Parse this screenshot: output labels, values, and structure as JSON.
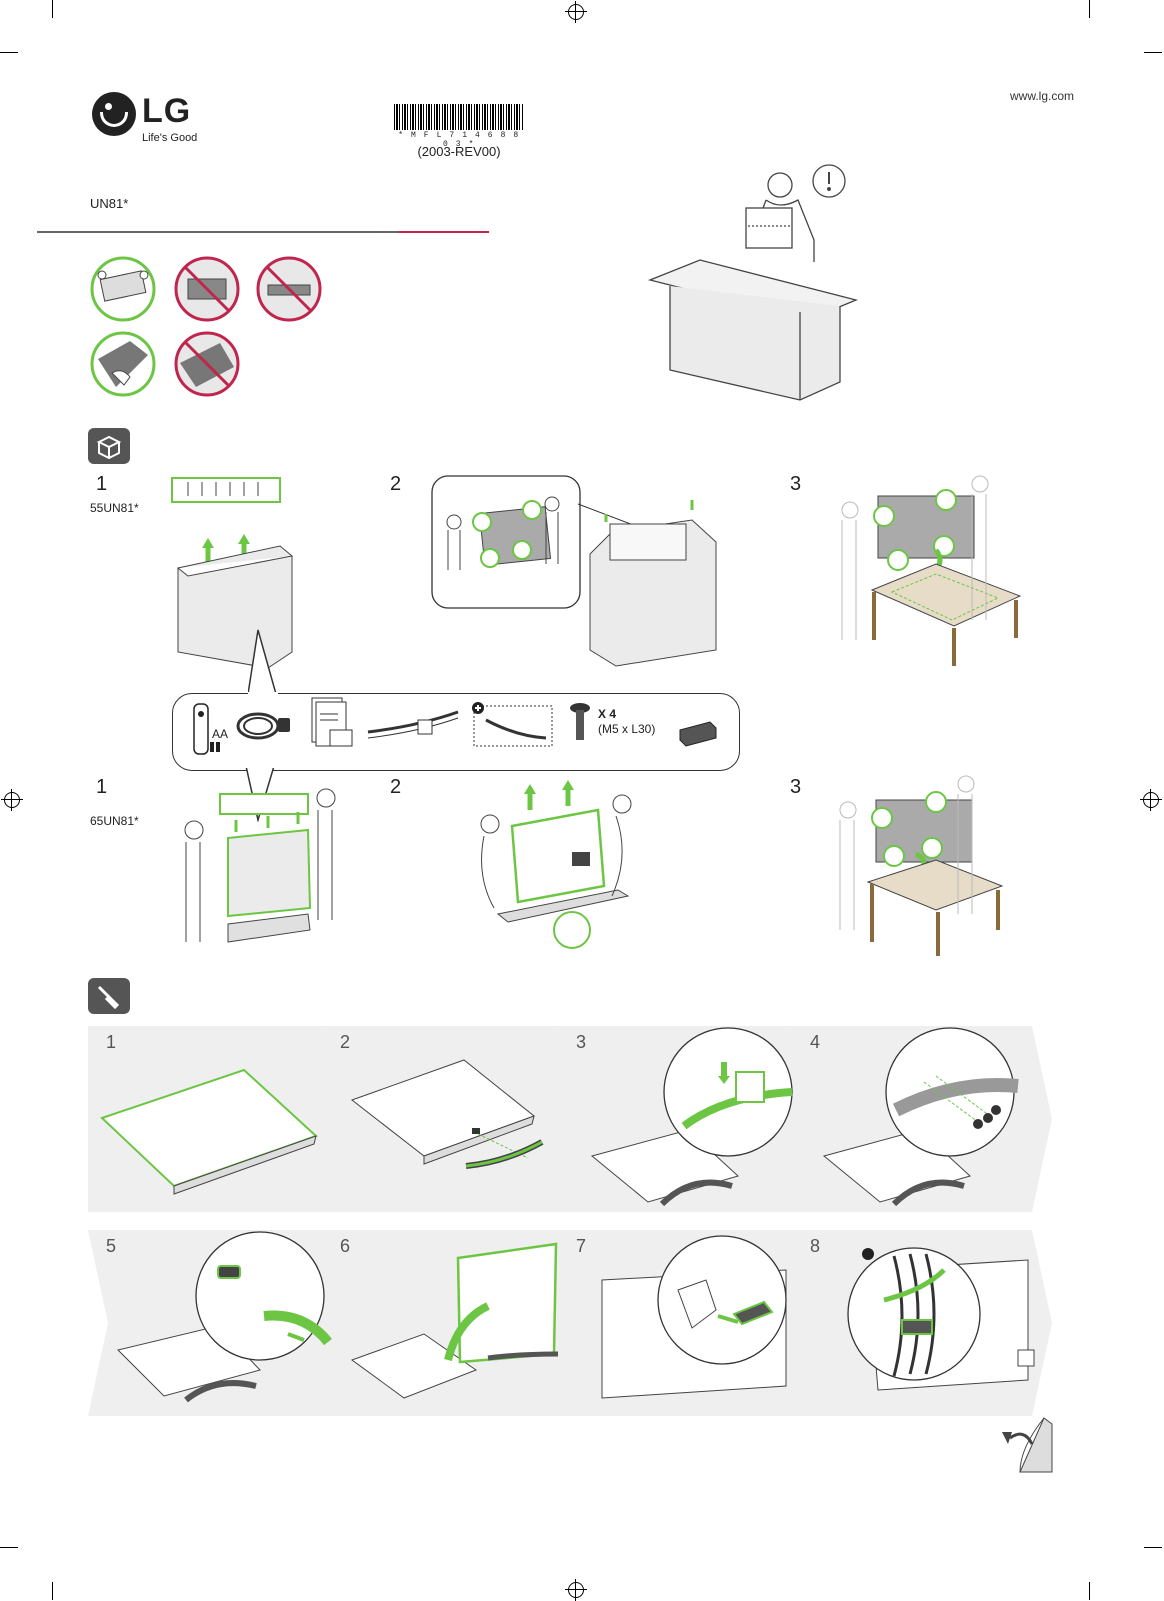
{
  "header": {
    "brand": "LG",
    "tagline": "Life's Good",
    "url": "www.lg.com",
    "barcode_text": "* M F L 7 1 4 6 8 8 0 3 *",
    "revision": "(2003-REV00)",
    "model": "UN81*"
  },
  "unpacking": {
    "steps_55": [
      {
        "num": "1",
        "model": "55UN81*"
      },
      {
        "num": "2"
      },
      {
        "num": "3"
      }
    ],
    "steps_65": [
      {
        "num": "1",
        "model": "65UN81*"
      },
      {
        "num": "2"
      },
      {
        "num": "3"
      }
    ]
  },
  "accessories": {
    "battery_label": "AA",
    "screw_qty": "X 4",
    "screw_size": "(M5 x L30)"
  },
  "assembly": {
    "panels": [
      "1",
      "2",
      "3",
      "4",
      "5",
      "6",
      "7",
      "8"
    ]
  },
  "colors": {
    "accent_green": "#6cc644",
    "warning_red": "#c0254d",
    "panel_bg": "#efefef"
  }
}
